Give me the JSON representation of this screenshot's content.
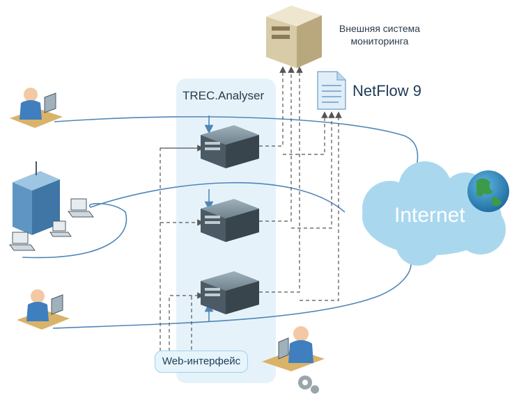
{
  "labels": {
    "analyser": "TREC.Analyser",
    "monitoring_line1": "Внешняя система",
    "monitoring_line2": "мониторинга",
    "netflow": "NetFlow 9",
    "internet": "Internet",
    "web_interface": "Web-интерфейс"
  },
  "colors": {
    "panel": "#e6f2fa",
    "line_blue": "#4f86b8",
    "dashed": "#555555",
    "cloud": "#a9d8ee",
    "server_dark": "#4b5a64",
    "server_light": "#8fa3ae"
  },
  "icons": [
    "user-workstation-icon",
    "office-building-icon",
    "laptop-icon",
    "server-icon",
    "tower-server-icon",
    "netflow-document-icon",
    "internet-cloud-icon",
    "globe-icon",
    "admin-user-icon",
    "settings-gear-icon"
  ]
}
